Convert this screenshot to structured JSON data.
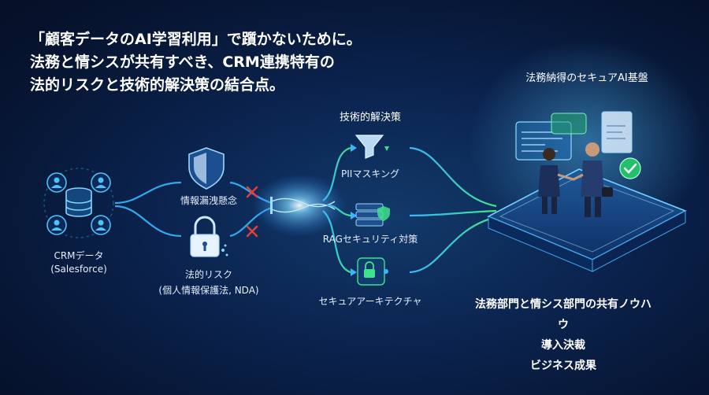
{
  "headline": {
    "lines": [
      "「顧客データのAI学習利用」で躓かないために。",
      "法務と情シスが共有すべき、CRM連携特有の",
      "法的リスクと技術的解決策の結合点。"
    ]
  },
  "crm": {
    "label_1": "CRMデータ",
    "label_2": "(Salesforce)"
  },
  "risks": {
    "leak": "情報漏洩懸念",
    "legal_1": "法的リスク",
    "legal_2": "(個人情報保護法, NDA)"
  },
  "solutions": {
    "title": "技術的解決策",
    "items": [
      "PIIマスキング",
      "RAGセキュリティ対策",
      "セキュアアーキテクチャ"
    ]
  },
  "platform": {
    "title": "法務納得のセキュアAI基盤"
  },
  "outcomes": [
    "法務部門と情シス部門の共有ノウハウ",
    "導入決裁",
    "ビジネス成果"
  ],
  "colors": {
    "accent_blue": "#39b6ff",
    "accent_green": "#3ee28a",
    "danger": "#e0403a"
  },
  "icons": [
    "user-icon",
    "database-icon",
    "shield-icon",
    "lock-icon",
    "x-mark-icon",
    "funnel-icon",
    "server-shield-icon",
    "architecture-lock-icon",
    "handshake-figures",
    "check-badge-icon"
  ]
}
